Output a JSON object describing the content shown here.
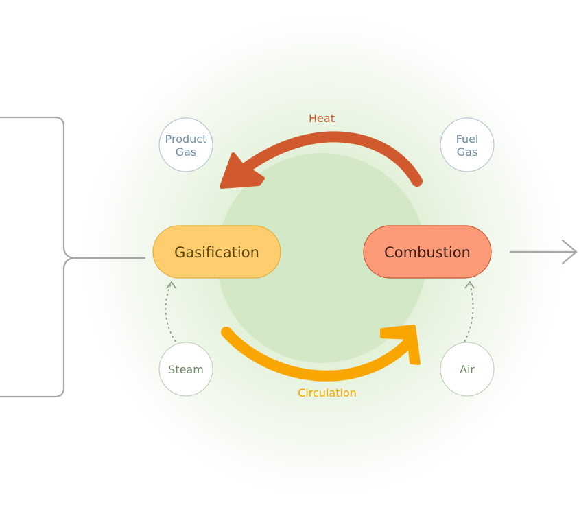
{
  "nodes": {
    "gasification": {
      "label": "Gasification",
      "fill": "#fdcd6e",
      "stroke": "#e3ad3a",
      "text_color": "#5a4200"
    },
    "combustion": {
      "label": "Combustion",
      "fill": "#fd9a78",
      "stroke": "#c9522e",
      "text_color": "#3d1f15"
    },
    "product_gas": {
      "line1": "Product",
      "line2": "Gas",
      "text_color": "#6c8da1",
      "stroke": "#b9c7d1"
    },
    "fuel_gas": {
      "line1": "Fuel",
      "line2": "Gas",
      "text_color": "#6c8da1",
      "stroke": "#b9c7d1"
    },
    "steam": {
      "label": "Steam",
      "text_color": "#6e8a62",
      "stroke": "#c4cfbd"
    },
    "air": {
      "label": "Air",
      "text_color": "#6e8a62",
      "stroke": "#c4cfbd"
    }
  },
  "arrows": {
    "heat": {
      "label": "Heat",
      "color": "#d05a2e"
    },
    "circulation": {
      "label": "Circulation",
      "color": "#f9a602"
    }
  },
  "colors": {
    "glow_center": "#cfe7c3",
    "inner_circle": "#d2e8c6",
    "bracket": "#a7a7a7",
    "dotted": "#8fa287"
  }
}
